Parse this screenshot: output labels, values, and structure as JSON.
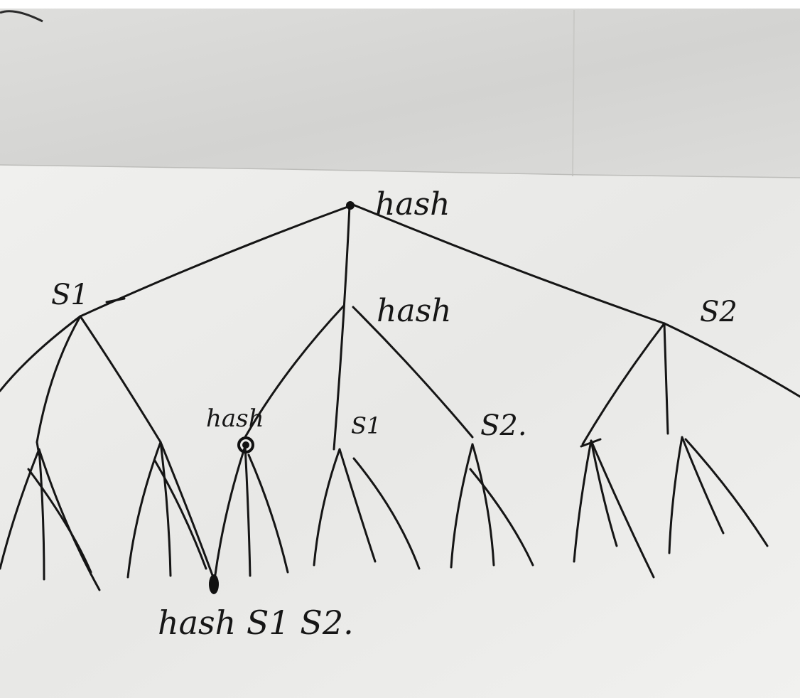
{
  "diagram": {
    "colors": {
      "ink": "#151515",
      "upper_paper": "#d9d9d7",
      "lower_paper": "#ececea",
      "background": "#ffffff"
    },
    "labels": {
      "root": "hash",
      "left_child": "S1",
      "middle_child": "hash",
      "right_child": "S2",
      "level2_left_mark": "hash",
      "level2_s1": "S1",
      "level2_s2": "S2.",
      "bottom_leaf": "hash S1 S2."
    }
  }
}
